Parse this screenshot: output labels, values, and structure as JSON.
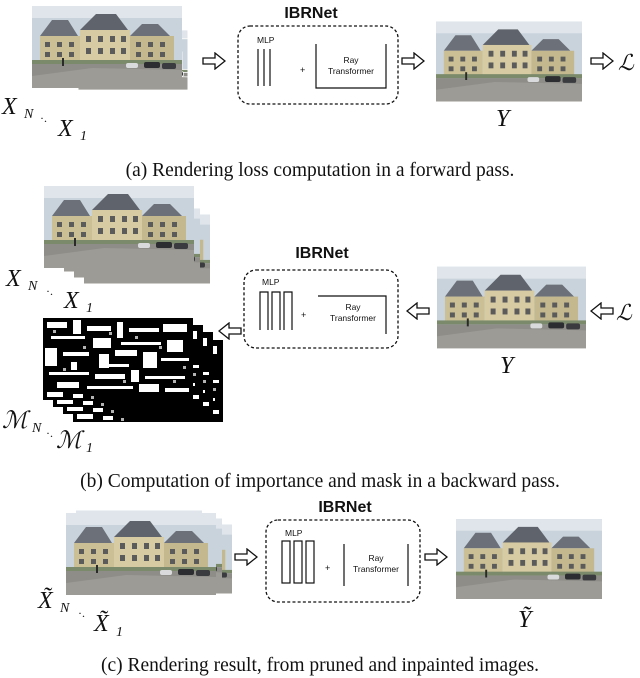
{
  "panel_a": {
    "title": "IBRNet",
    "mlp": "MLP",
    "ray_line1": "Ray",
    "ray_line2": "Transformer",
    "plus": "+",
    "x_n": "X",
    "x_n_sub": "N",
    "dots": "·.",
    "x_1": "X",
    "x_1_sub": "1",
    "y": "Y",
    "loss": "ℒ",
    "caption": "(a) Rendering loss computation in a forward pass."
  },
  "panel_b": {
    "title": "IBRNet",
    "mlp": "MLP",
    "ray_line1": "Ray",
    "ray_line2": "Transformer",
    "plus": "+",
    "x_n": "X",
    "x_n_sub": "N",
    "dots": "·.",
    "x_1": "X",
    "x_1_sub": "1",
    "m_n": "ℳ",
    "m_n_sub": "N",
    "m_1": "ℳ",
    "m_1_sub": "1",
    "y": "Y",
    "loss": "ℒ",
    "caption": "(b) Computation of importance and mask in a backward pass."
  },
  "panel_c": {
    "title": "IBRNet",
    "mlp": "MLP",
    "ray_line1": "Ray",
    "ray_line2": "Transformer",
    "plus": "+",
    "x_n": "X̃",
    "x_n_sub": "N",
    "dots": "·.",
    "x_1": "X̃",
    "x_1_sub": "1",
    "y": "Ỹ",
    "caption": "(c) Rendering result, from pruned and inpainted images."
  },
  "colors": {
    "sky": "#c9d3dc",
    "building": "#cbbf95",
    "roof": "#6c7078",
    "road": "#8e8d88",
    "stroke": "#111111"
  }
}
